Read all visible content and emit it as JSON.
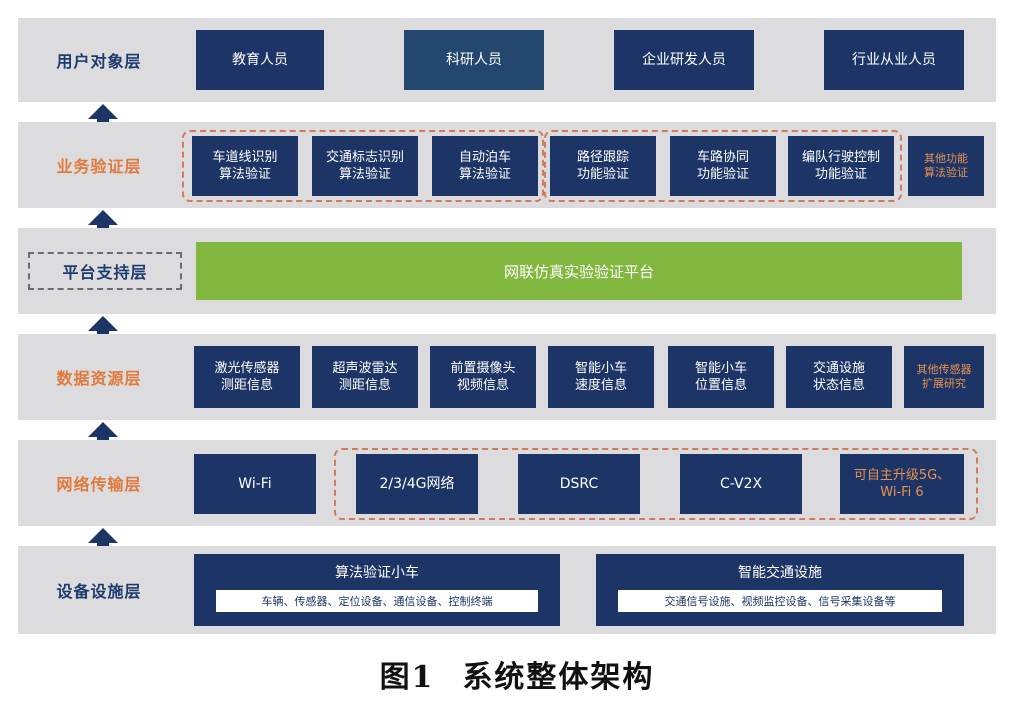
{
  "layers": {
    "user": {
      "label": "用户对象层",
      "items": [
        "教育人员",
        "科研人员",
        "企业研发人员",
        "行业从业人员"
      ]
    },
    "business": {
      "label": "业务验证层",
      "items": [
        "车道线识别\n算法验证",
        "交通标志识别\n算法验证",
        "自动泊车\n算法验证",
        "路径跟踪\n功能验证",
        "车路协同\n功能验证",
        "编队行驶控制\n功能验证",
        "其他功能\n算法验证"
      ]
    },
    "platform": {
      "label": "平台支持层",
      "bar": "网联仿真实验验证平台"
    },
    "data": {
      "label": "数据资源层",
      "items": [
        "激光传感器\n测距信息",
        "超声波雷达\n测距信息",
        "前置摄像头\n视频信息",
        "智能小车\n速度信息",
        "智能小车\n位置信息",
        "交通设施\n状态信息",
        "其他传感器\n扩展研究"
      ]
    },
    "network": {
      "label": "网络传输层",
      "items": [
        "Wi-Fi",
        "2/3/4G网络",
        "DSRC",
        "C-V2X",
        "可自主升级5G、\nWi-Fi 6"
      ]
    },
    "device": {
      "label": "设备设施层",
      "left_title": "算法验证小车",
      "left_detail": "车辆、传感器、定位设备、通信设备、控制终端",
      "right_title": "智能交通设施",
      "right_detail": "交通信号设施、视频监控设备、信号采集设备等"
    }
  },
  "caption": {
    "number": "图1",
    "title": "系统整体架构"
  },
  "colors": {
    "navy": "#1c3566",
    "orange": "#e07a3c",
    "green": "#82b83f",
    "layer_bg": "#dcdcdf"
  }
}
